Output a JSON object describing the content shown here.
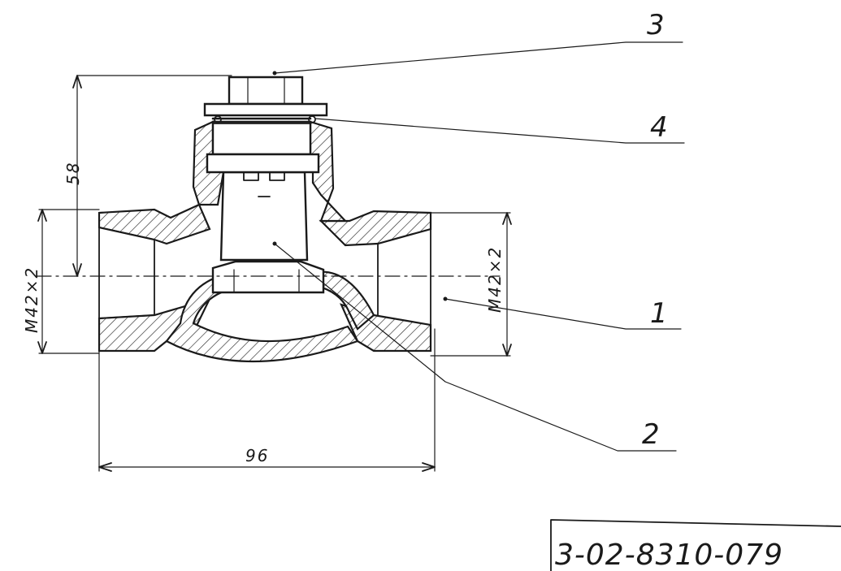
{
  "drawing": {
    "callouts": [
      {
        "number": "3"
      },
      {
        "number": "4"
      },
      {
        "number": "1"
      },
      {
        "number": "2"
      }
    ],
    "dimensions": {
      "height": "58",
      "width": "96",
      "thread_left": "M42×2",
      "thread_right": "M42×2"
    },
    "stamp": {
      "code": "3-02-8310-079"
    }
  }
}
